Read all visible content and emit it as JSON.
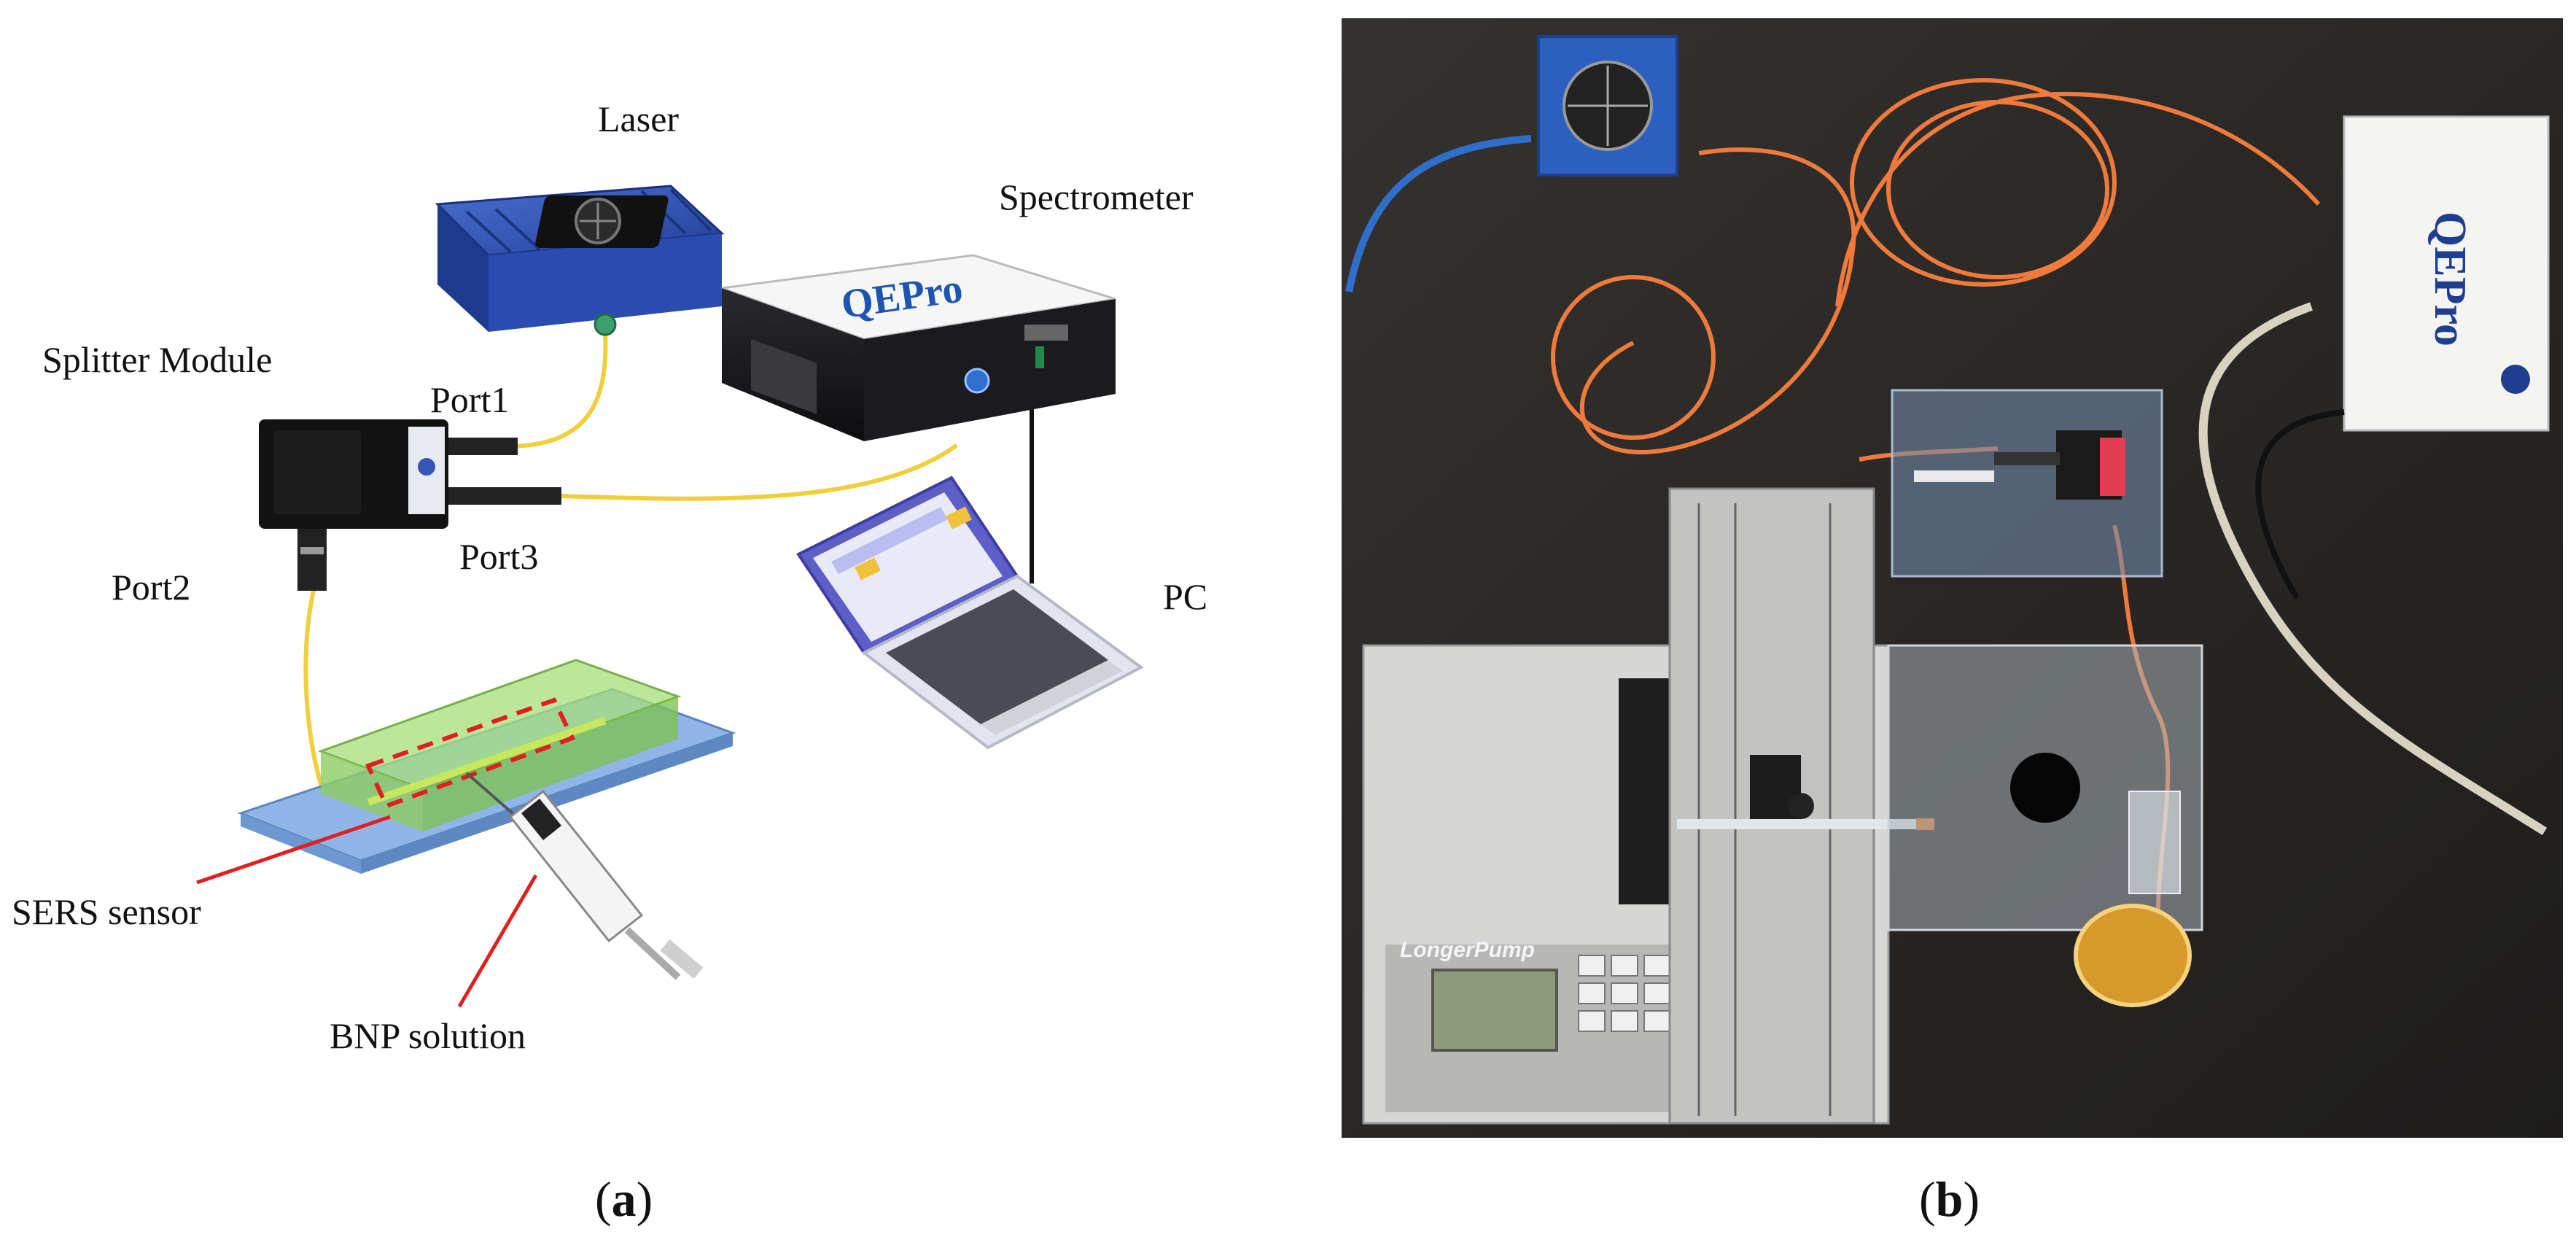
{
  "panel_a": {
    "labels": {
      "laser": "Laser",
      "spectrometer": "Spectrometer",
      "splitter": "Splitter Module",
      "port1": "Port1",
      "port2": "Port2",
      "port3": "Port3",
      "pc": "PC",
      "sers": "SERS sensor",
      "bnp": "BNP solution"
    },
    "spectrometer_brand": "QEPro",
    "caption_letter": "a"
  },
  "panel_b": {
    "spectrometer_brand": "QEPro",
    "pump_brand": "LongerPump",
    "caption_letter": "b"
  },
  "colors": {
    "fiber_yellow": "#f0cf3c",
    "fiber_orange": "#f07a3c",
    "laser_blue": "#2c4fae",
    "callout_red": "#e02020",
    "chip_green": "#9bd66a",
    "substrate_blue": "#8fb6e6",
    "photo_bg": "#2b2a29"
  }
}
